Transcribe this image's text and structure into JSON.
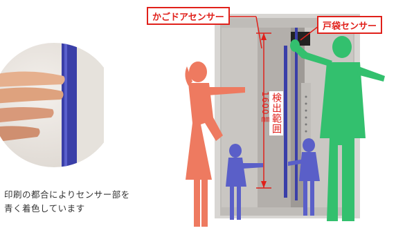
{
  "labels": {
    "car_door_sensor": "かごドアセンサー",
    "door_pocket_sensor": "戸袋センサー"
  },
  "detection": {
    "range_label": "検出範囲",
    "height_label": "1600㎜"
  },
  "note": {
    "line1": "印刷の都合によりセンサー部を",
    "line2": "青く着色しています"
  },
  "colors": {
    "sensor_blue": "#3a3fa8",
    "accent_red": "#e0201a",
    "adult_orange": "#ee7a60",
    "child_blue": "#5a5fc8",
    "adult_green": "#33c06e"
  }
}
